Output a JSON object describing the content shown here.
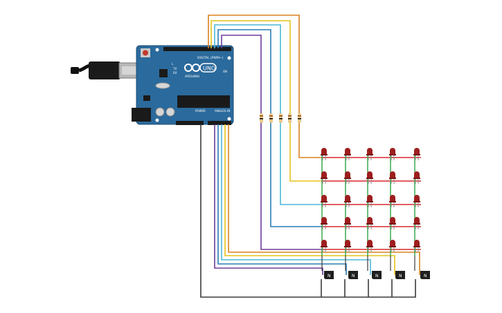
{
  "board": {
    "brand": "ARDUINO",
    "model": "UNO",
    "digital_label": "DIGITAL (PWM~)",
    "power_label": "POWER",
    "analog_label": "ANALOG IN",
    "on_label": "ON",
    "tx_label": "TX",
    "rx_label": "RX",
    "l_label": "L"
  },
  "transistor_label": "N",
  "colors": {
    "board": "#2b6a9c",
    "wire_orange": "#d8821c",
    "wire_yellow": "#e5c21a",
    "wire_cyan": "#4bb7d6",
    "wire_blue": "#2a7db5",
    "wire_purple": "#6b3b9a",
    "wire_black": "#3a3a3a",
    "wire_red": "#d8262c",
    "wire_green": "#39a84a",
    "led": "#9e1e1e"
  }
}
